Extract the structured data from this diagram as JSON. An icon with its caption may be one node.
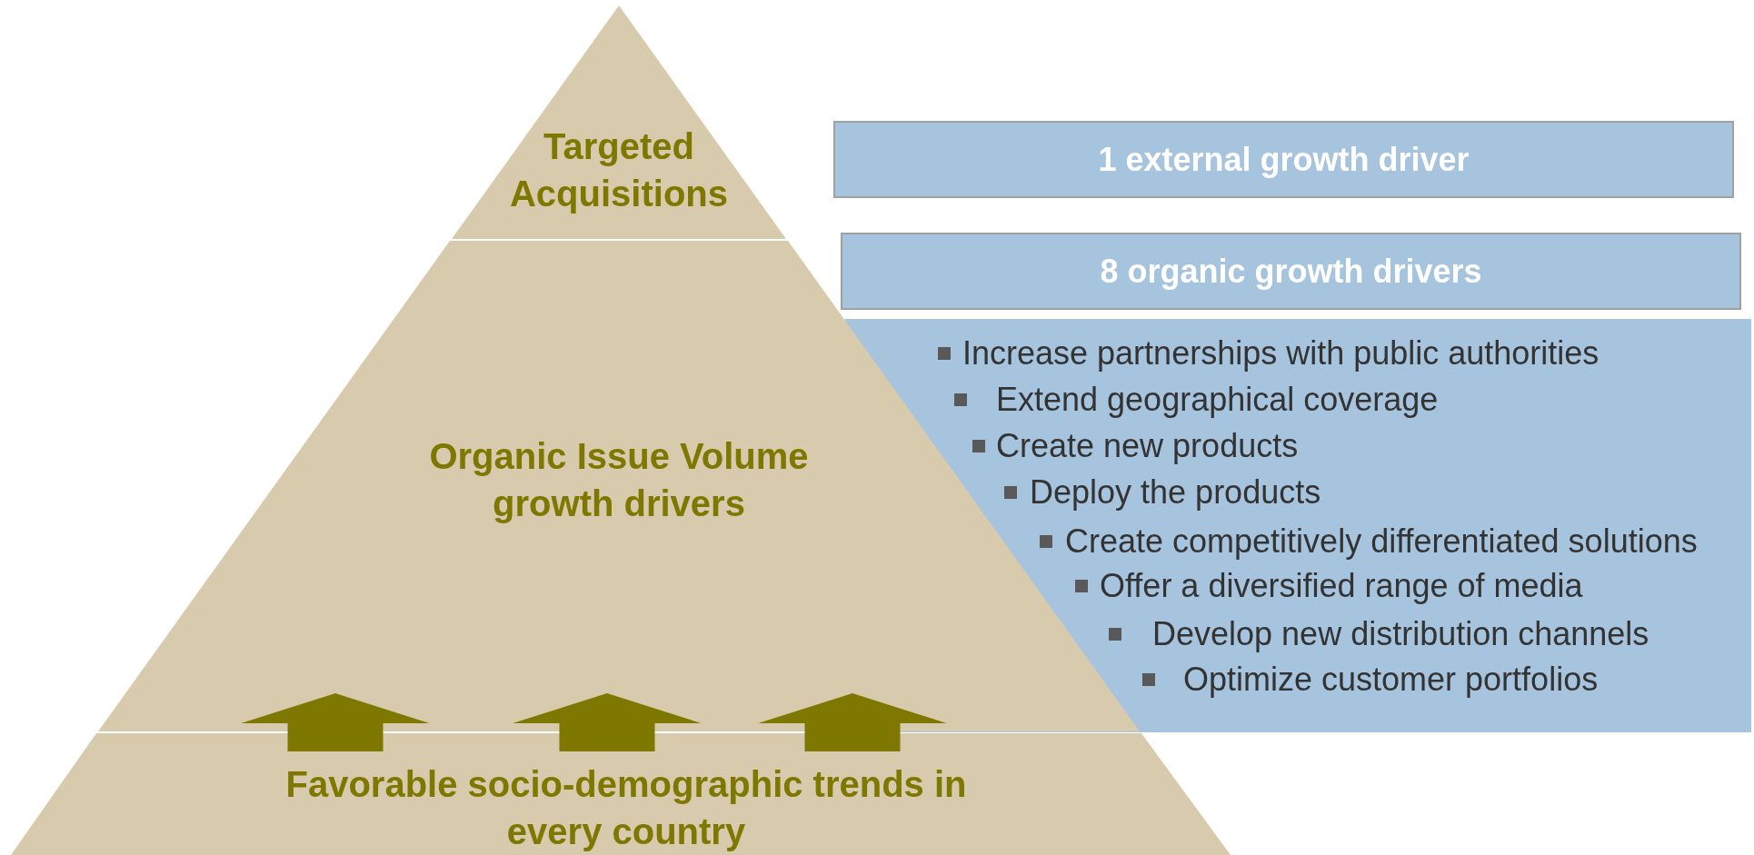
{
  "diagram": {
    "nodes": [
      {
        "text": [
          "Targeted Acquisitions"
        ]
      },
      {
        "text": [
          "Organic Issue Volume growth drivers"
        ]
      },
      {
        "text": [
          "Favorable socio-demographic trends in every country"
        ]
      },
      {
        "text": [
          "1 external growth driver"
        ]
      },
      {
        "text": [
          "8 organic growth drivers"
        ]
      },
      {
        "text": [
          "Increase partnerships with public authorities",
          "Extend geographical coverage",
          "Create new products",
          "Deploy the products",
          "Create competitively differentiated solutions",
          "Offer a diversified range of media",
          "Develop new distribution channels",
          "Optimize customer portfolios"
        ]
      }
    ],
    "edges": [
      {
        "from": 2,
        "to": 1,
        "arrow": "to"
      },
      {
        "from": 2,
        "to": 1,
        "arrow": "to"
      },
      {
        "from": 2,
        "to": 1,
        "arrow": "to"
      }
    ]
  }
}
